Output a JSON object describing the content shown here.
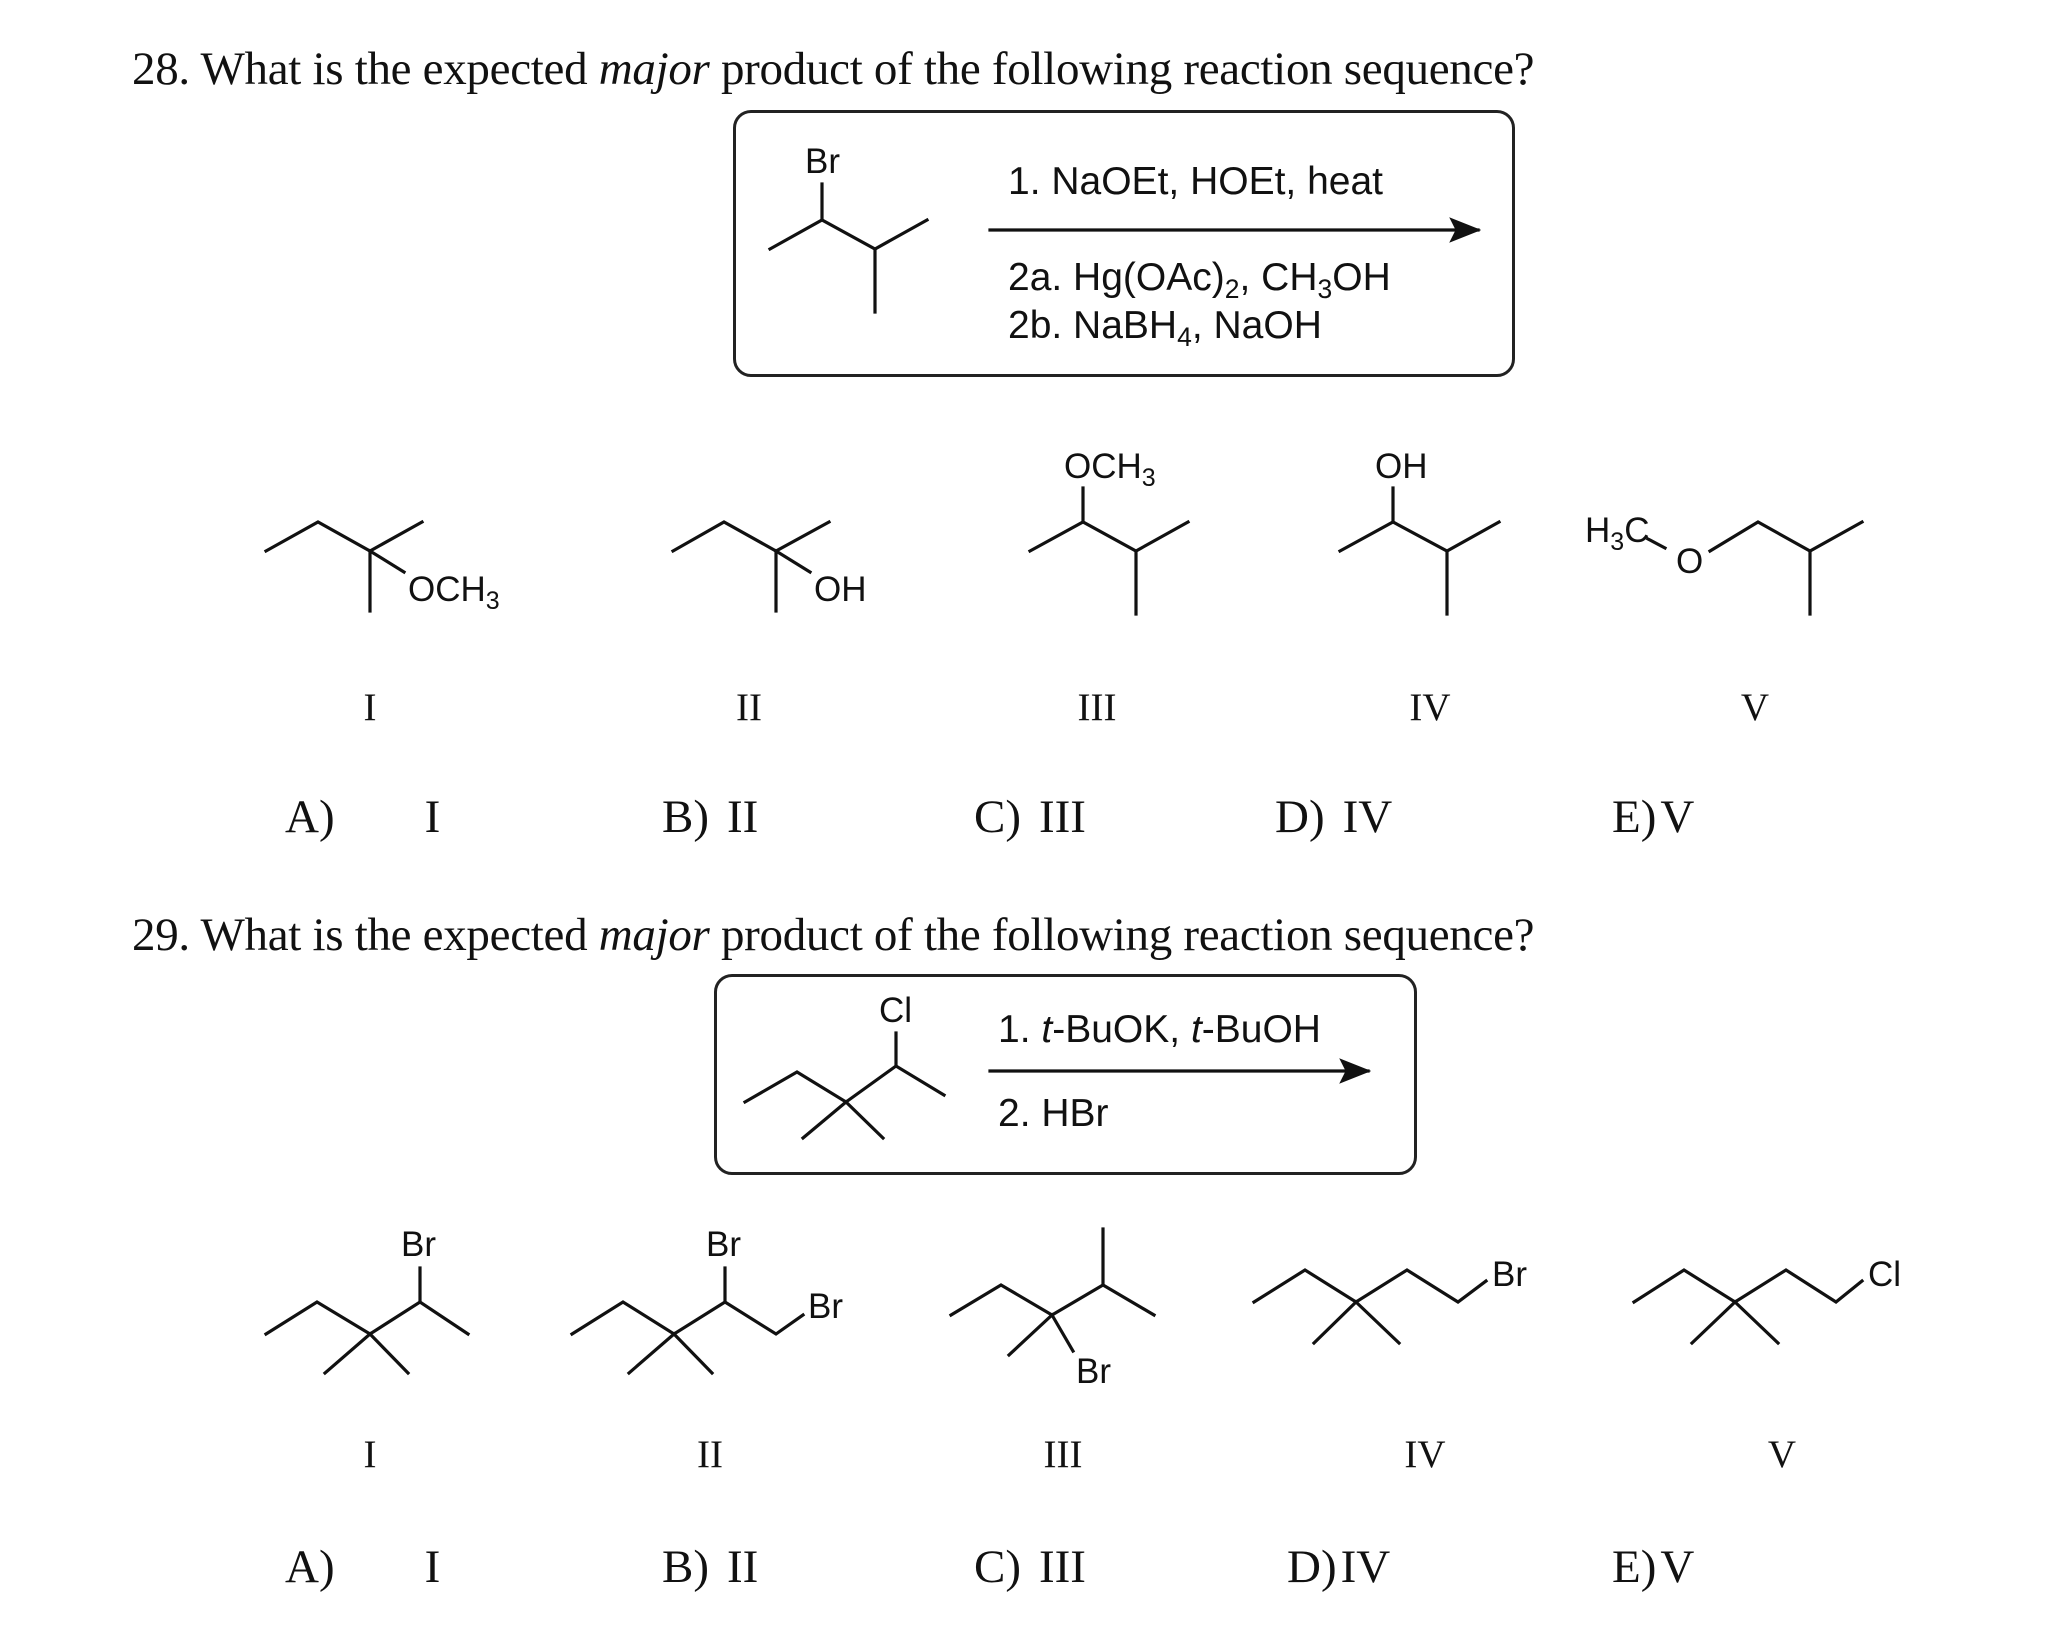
{
  "questions": [
    {
      "number": "28.",
      "title_pre": "What is the expected",
      "title_em": "major",
      "title_post": "product of the following reaction sequence?",
      "reactant_atoms": [
        "Br"
      ],
      "reagents": {
        "above": "1. NaOEt, HOEt, heat",
        "below_1": {
          "pre": "2a. Hg(OAc)",
          "sub1": "2",
          "mid": ", CH",
          "sub2": "3",
          "post": "OH"
        },
        "below_2": {
          "pre": "2b. NaBH",
          "sub1": "4",
          "post": ", NaOH"
        }
      },
      "structures": [
        {
          "label": "I",
          "groups": {
            "main": "OCH",
            "sub": "3"
          }
        },
        {
          "label": "II",
          "groups": {
            "main": "OH"
          }
        },
        {
          "label": "III",
          "groups": {
            "main": "OCH",
            "sub": "3"
          }
        },
        {
          "label": "IV",
          "groups": {
            "main": "OH"
          }
        },
        {
          "label": "V",
          "groups": {
            "h": "H",
            "sub": "3",
            "c": "C",
            "o": "O"
          }
        }
      ],
      "choices": [
        {
          "letter": "A)",
          "value": "I"
        },
        {
          "letter": "B)",
          "value": "II"
        },
        {
          "letter": "C)",
          "value": "III"
        },
        {
          "letter": "D)",
          "value": "IV"
        },
        {
          "letter": "E)",
          "value": "V"
        }
      ]
    },
    {
      "number": "29.",
      "title_pre": "What is the expected",
      "title_em": "major",
      "title_post": "product of the following reaction sequence?",
      "reactant_atoms": [
        "Cl"
      ],
      "reagents": {
        "above": {
          "pre": "1. ",
          "t1": "t",
          "mid": "-BuOK, ",
          "t2": "t",
          "post": "-BuOH"
        },
        "below": "2. HBr"
      },
      "structures": [
        {
          "label": "I",
          "groups": [
            "Br"
          ]
        },
        {
          "label": "II",
          "groups": [
            "Br",
            "Br"
          ]
        },
        {
          "label": "III",
          "groups": [
            "Br"
          ]
        },
        {
          "label": "IV",
          "groups": [
            "Br"
          ]
        },
        {
          "label": "V",
          "groups": [
            "Cl"
          ]
        }
      ],
      "choices": [
        {
          "letter": "A)",
          "value": "I"
        },
        {
          "letter": "B)",
          "value": "II"
        },
        {
          "letter": "C)",
          "value": "III"
        },
        {
          "letter": "D)",
          "value": "IV"
        },
        {
          "letter": "E)",
          "value": "V"
        }
      ]
    }
  ]
}
